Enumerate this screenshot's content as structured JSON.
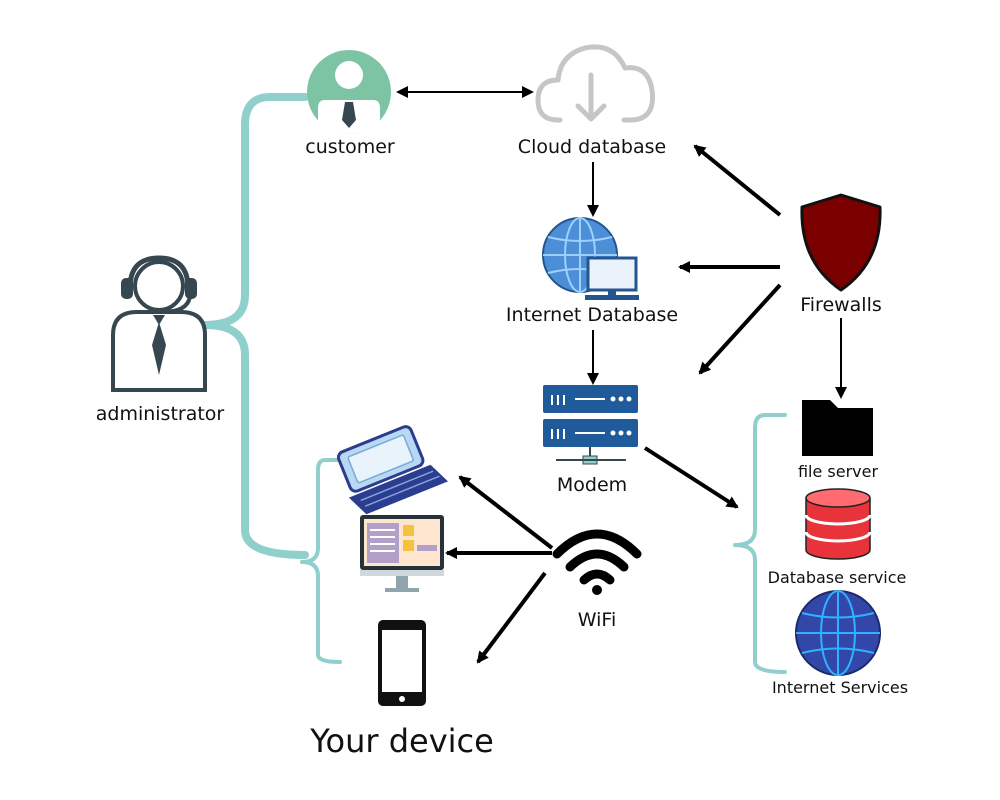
{
  "colors": {
    "bracket": "#8fd0cd",
    "arrow": "#000000",
    "customer_bg": "#7cc4a4",
    "cloud": "#c6c6c6",
    "globe": "#4d8fd6",
    "modem": "#1f5a9b",
    "firewall": "#7a0000",
    "db": "#e8333a",
    "internet_globe": "#3347a8"
  },
  "nodes": {
    "administrator": {
      "label": "administrator",
      "icon": "headset-agent-icon"
    },
    "customer": {
      "label": "customer",
      "icon": "customer-avatar-icon"
    },
    "cloud_database": {
      "label": "Cloud database",
      "icon": "cloud-download-icon"
    },
    "internet_database": {
      "label": "Internet Database",
      "icon": "globe-monitor-icon"
    },
    "modem": {
      "label": "Modem",
      "icon": "server-rack-icon"
    },
    "firewalls": {
      "label": "Firewalls",
      "icon": "shield-icon"
    },
    "wifi": {
      "label": "WiFi",
      "icon": "wifi-icon"
    },
    "file_server": {
      "label": "file server",
      "icon": "folder-icon"
    },
    "database_service": {
      "label": "Database service",
      "icon": "database-icon"
    },
    "internet_services": {
      "label": "Internet Services",
      "icon": "globe-icon"
    }
  },
  "devices": {
    "title": "Your device",
    "items": [
      {
        "icon": "laptop-icon"
      },
      {
        "icon": "desktop-monitor-icon"
      },
      {
        "icon": "smartphone-icon"
      }
    ]
  }
}
